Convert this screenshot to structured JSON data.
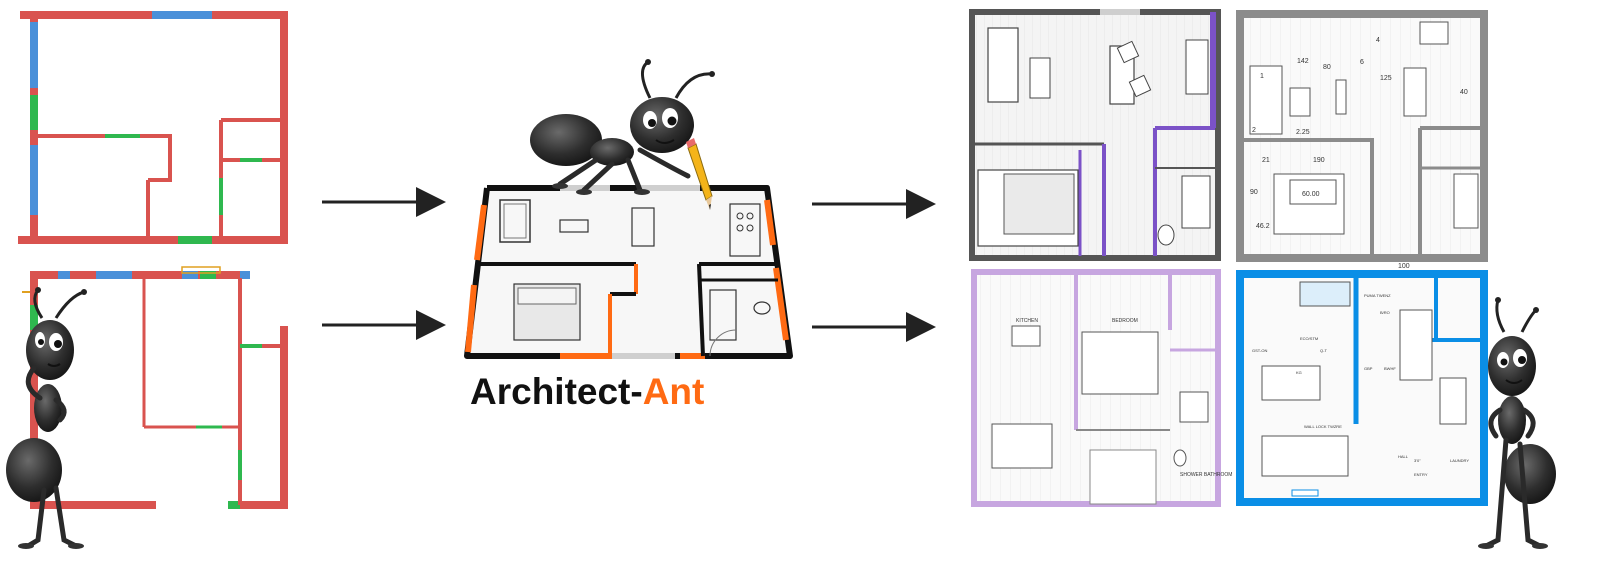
{
  "logo": {
    "text_main": "Architect-",
    "text_accent": "Ant",
    "accent_color": "#ff6a13",
    "main_color": "#111111"
  },
  "colors": {
    "wall": "#d9534f",
    "window": "#4a90d9",
    "door": "#2fb84f",
    "plan1_wall": "#7b52c7",
    "plan2_wall": "#8c8c8c",
    "plan3_wall": "#c7a6e0",
    "plan4_wall": "#0a8ee6",
    "center_accent": "#ff6a13"
  },
  "plans": {
    "plan2_labels": [
      "142",
      "80",
      "125",
      "2.25",
      "21",
      "190",
      "90",
      "46.2",
      "60.00",
      "100",
      "1",
      "2",
      "4",
      "6",
      "40"
    ],
    "plan3_labels": [
      "KITCHEN",
      "BEDROOM",
      "SHOWER BATHROOM"
    ],
    "plan4_labels": [
      "PUMA TWENZ",
      "B/RO",
      "ECO/STM",
      "GST-ON",
      "Q-T",
      "KG",
      "GBP",
      "BWHF",
      "WALL LOCK TWZRE",
      "HALL",
      "ENTRY",
      "LAUNDRY",
      "3'0\""
    ]
  },
  "icons": [
    "ant-thinking-icon",
    "ant-drawing-icon",
    "ant-standing-icon",
    "pencil-icon",
    "arrow-right-icon"
  ]
}
